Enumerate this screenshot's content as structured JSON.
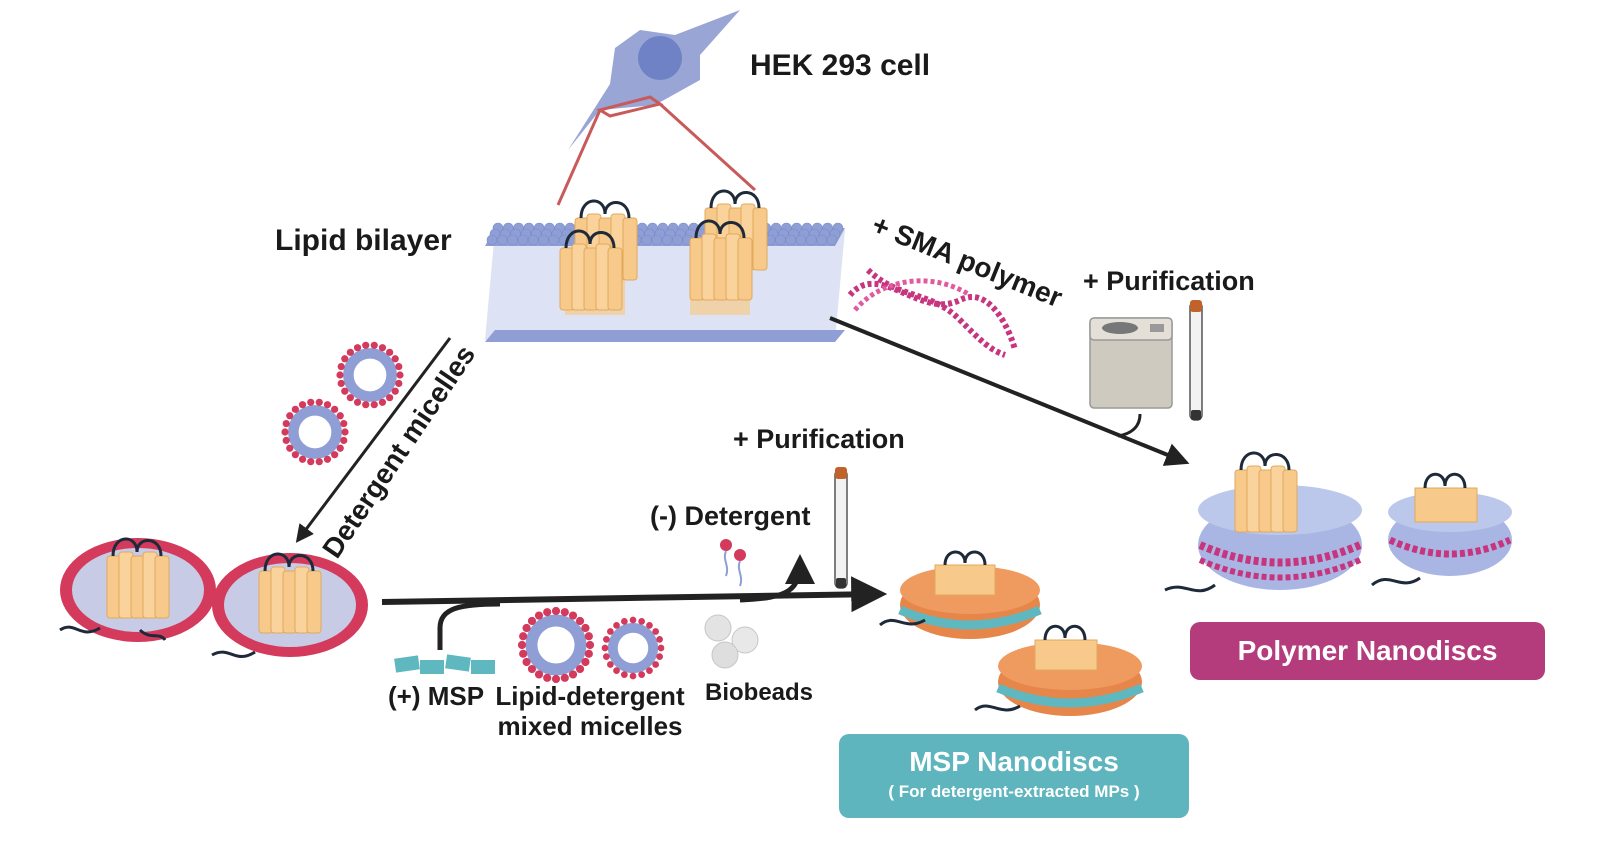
{
  "labels": {
    "hek_cell": "HEK 293 cell",
    "lipid_bilayer": "Lipid bilayer",
    "sma_polymer": "+ SMA polymer",
    "purification_top": "+ Purification",
    "detergent_micelles": "Detergent micelles",
    "purification_mid": "+ Purification",
    "minus_detergent": "(-) Detergent",
    "plus_msp": "(+) MSP",
    "mixed_micelles_1": "Lipid-detergent",
    "mixed_micelles_2": "mixed micelles",
    "biobeads": "Biobeads"
  },
  "boxes": {
    "polymer_nanodiscs": "Polymer Nanodiscs",
    "msp_nanodiscs": "MSP Nanodiscs",
    "msp_note": "( For detergent-extracted MPs )"
  },
  "colors": {
    "cell": "#8d9bd0",
    "bilayer_head": "#8f9fd6",
    "protein": "#f7c98a",
    "detergent_head": "#d33a5c",
    "sma": "#c8357f",
    "msp_belt": "#5fb8c0",
    "msp_bead": "#e6864a",
    "polymer_box": "#b43c7c",
    "msp_box": "#5fb5bd",
    "connector": "#c85a5a",
    "arrow": "#222222"
  },
  "icons": [
    "cell-icon",
    "bilayer-icon",
    "sma-polymer-icon",
    "centrifuge-icon",
    "column-icon",
    "micelle-icon",
    "protein-icon",
    "msp-icon",
    "biobeads-icon",
    "nanodisc-icon"
  ]
}
